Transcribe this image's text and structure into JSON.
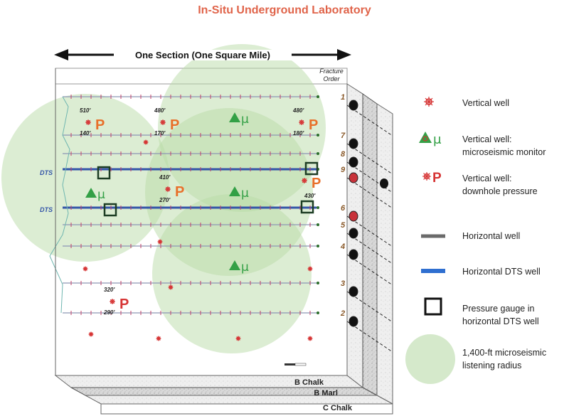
{
  "title": "In-Situ Underground Laboratory",
  "section_label": "One Section (One Square Mile)",
  "fracture_order_label": [
    "Fracture",
    "Order"
  ],
  "fracture_order": [
    "1",
    "7",
    "8",
    "9",
    "6",
    "5",
    "4",
    "3",
    "2"
  ],
  "dts_labels": [
    "DTS",
    "DTS"
  ],
  "depth_labels": {
    "p1_top": "510'",
    "p1_bot": "140'",
    "p2_top": "480'",
    "p2_bot": "170'",
    "p3_top": "480'",
    "p3_bot": "180'",
    "p4_top": "410'",
    "p4_bot": "270'",
    "p5_top": "",
    "p5_bot": "",
    "p6_top": "320'",
    "p6_bot": "290'",
    "r1_top": "",
    "r1_bot": "430'"
  },
  "p_letter": "P",
  "mu_letter": "μ",
  "layers": [
    "B Chalk",
    "B Marl",
    "C Chalk"
  ],
  "legend": {
    "vertical_well": "Vertical well",
    "vertical_well_micro": [
      "Vertical well:",
      "microseismic monitor"
    ],
    "vertical_well_pressure": [
      "Vertical well:",
      "downhole pressure"
    ],
    "horizontal_well": "Horizontal well",
    "horizontal_dts_well": "Horizontal DTS well",
    "pressure_gauge": [
      "Pressure gauge in",
      "horizontal DTS well"
    ],
    "listening_radius": [
      "1,400-ft microseismic",
      "listening radius"
    ]
  },
  "colors": {
    "title": "#e0644a",
    "circle_fill": "#b9dba8",
    "well_line": "#8d96b4",
    "dts_line": "#3355a8",
    "tick": "#c2406a",
    "p_color": "#e8702a",
    "mu_color": "#33a046",
    "red_well": "#d63434",
    "gauge": "#1d3d24"
  }
}
